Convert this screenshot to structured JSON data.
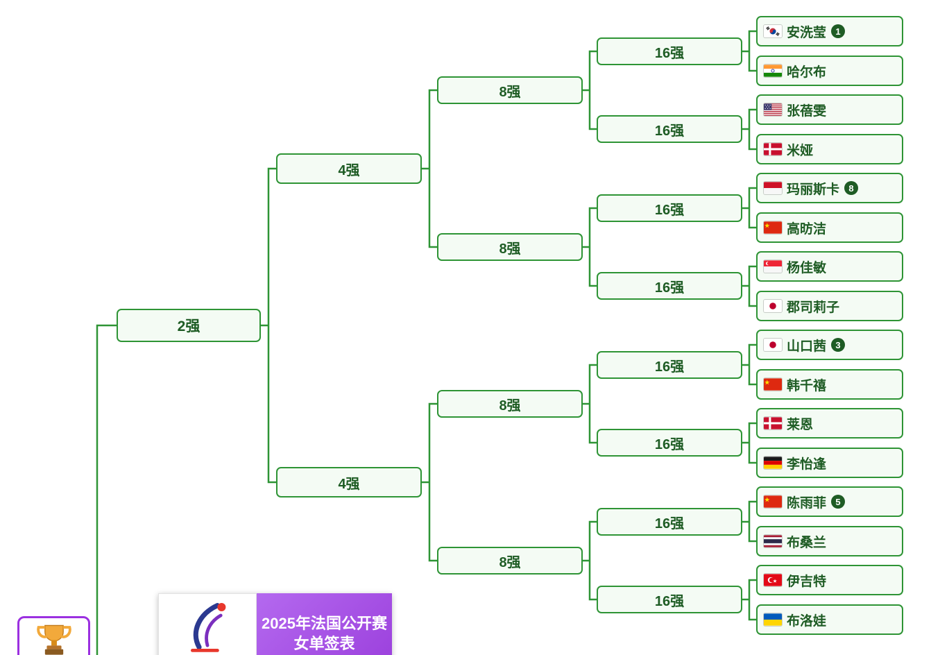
{
  "banner": {
    "title_line1": "2025年法国公开赛",
    "title_line2": "女单签表"
  },
  "rounds": {
    "final": "2强",
    "semifinal": "4强",
    "quarterfinal": "8强",
    "round_of_16": "16强"
  },
  "players": [
    {
      "name": "安洗莹",
      "seed": "1",
      "country": "kr"
    },
    {
      "name": "哈尔布",
      "seed": "",
      "country": "in"
    },
    {
      "name": "张蓓雯",
      "seed": "",
      "country": "us"
    },
    {
      "name": "米娅",
      "seed": "",
      "country": "dk"
    },
    {
      "name": "玛丽斯卡",
      "seed": "8",
      "country": "id"
    },
    {
      "name": "高昉洁",
      "seed": "",
      "country": "cn"
    },
    {
      "name": "杨佳敏",
      "seed": "",
      "country": "sg"
    },
    {
      "name": "郡司莉子",
      "seed": "",
      "country": "jp"
    },
    {
      "name": "山口茜",
      "seed": "3",
      "country": "jp"
    },
    {
      "name": "韩千禧",
      "seed": "",
      "country": "cn"
    },
    {
      "name": "莱恩",
      "seed": "",
      "country": "dk"
    },
    {
      "name": "李怡逢",
      "seed": "",
      "country": "de"
    },
    {
      "name": "陈雨菲",
      "seed": "5",
      "country": "cn"
    },
    {
      "name": "布桑兰",
      "seed": "",
      "country": "th"
    },
    {
      "name": "伊吉特",
      "seed": "",
      "country": "tr"
    },
    {
      "name": "布洛娃",
      "seed": "",
      "country": "ua"
    }
  ],
  "colors": {
    "bracket_green": "#2e9435",
    "text_green": "#1e5c24",
    "node_fill": "#f4fbf4",
    "banner_purple": "#9c41dd",
    "trophy_border_purple": "#9b30e0"
  }
}
